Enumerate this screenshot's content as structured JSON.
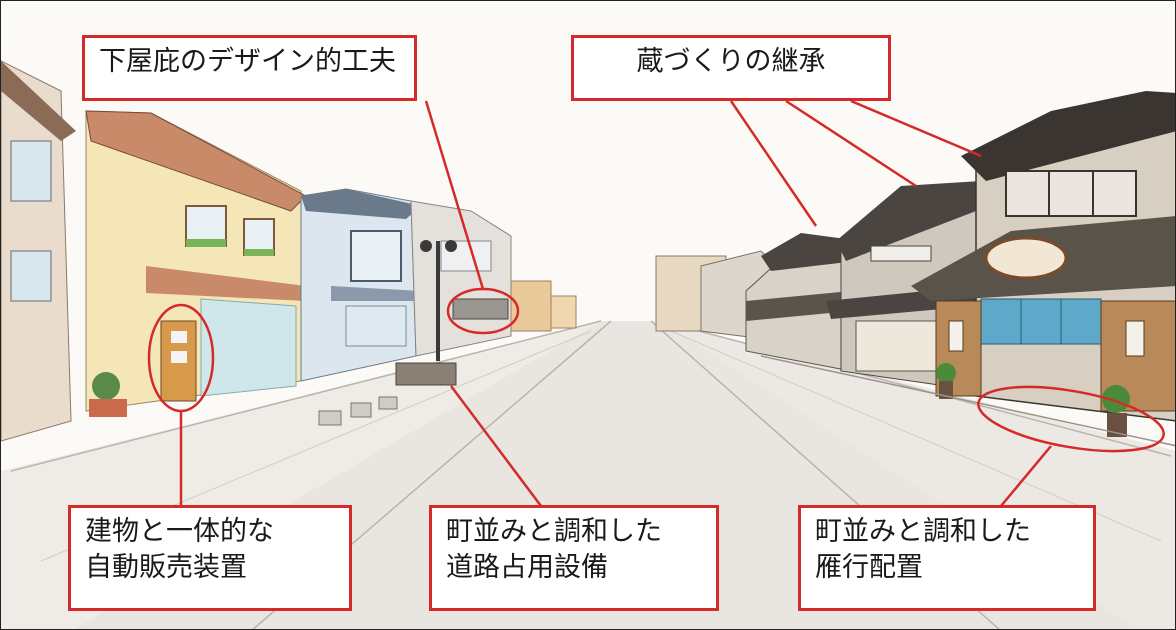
{
  "annotations": {
    "lower_eaves": "下屋庇のデザイン的工夫",
    "kura_heritage": "蔵づくりの継承",
    "vending_line1": "建物と一体的な",
    "vending_line2": "自動販売装置",
    "road_line1": "町並みと調和した",
    "road_line2": "道路占用設備",
    "trees_line1": "町並みと調和した",
    "trees_line2": "雁行配置"
  },
  "colors": {
    "callout_red": "#d42a2a",
    "text": "#1a1a1a",
    "background": "#ffffff"
  },
  "image": {
    "subject": "streetscape-illustration"
  }
}
